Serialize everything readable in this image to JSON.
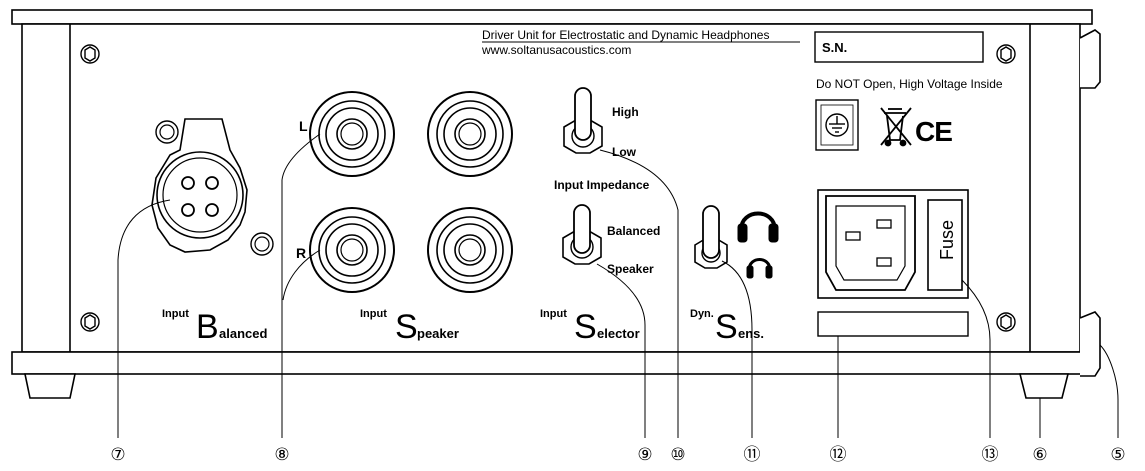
{
  "header": {
    "line1": "Driver Unit for Electrostatic and Dynamic Headphones",
    "line2": "www.soltanusacoustics.com"
  },
  "serial_label": "S.N.",
  "warning": "Do NOT Open, High Voltage Inside",
  "ce_mark": "CE",
  "fuse_label": "Fuse",
  "channels": {
    "left": "L",
    "right": "R"
  },
  "switches": {
    "impedance": {
      "high": "High",
      "low": "Low",
      "title": "Input Impedance"
    },
    "selector": {
      "balanced": "Balanced",
      "speaker": "Speaker"
    }
  },
  "sections": {
    "balanced": {
      "sup": "Input",
      "initial": "B",
      "rest": "alanced"
    },
    "speaker": {
      "sup": "Input",
      "initial": "S",
      "rest": "peaker"
    },
    "selector": {
      "sup": "Input",
      "initial": "S",
      "rest": "elector"
    },
    "sens": {
      "sup": "Dyn.",
      "initial": "S",
      "rest": "ens."
    }
  },
  "callouts": [
    "⑦",
    "⑧",
    "⑨",
    "⑩",
    "⑪",
    "⑫",
    "⑬",
    "⑥",
    "⑤"
  ]
}
